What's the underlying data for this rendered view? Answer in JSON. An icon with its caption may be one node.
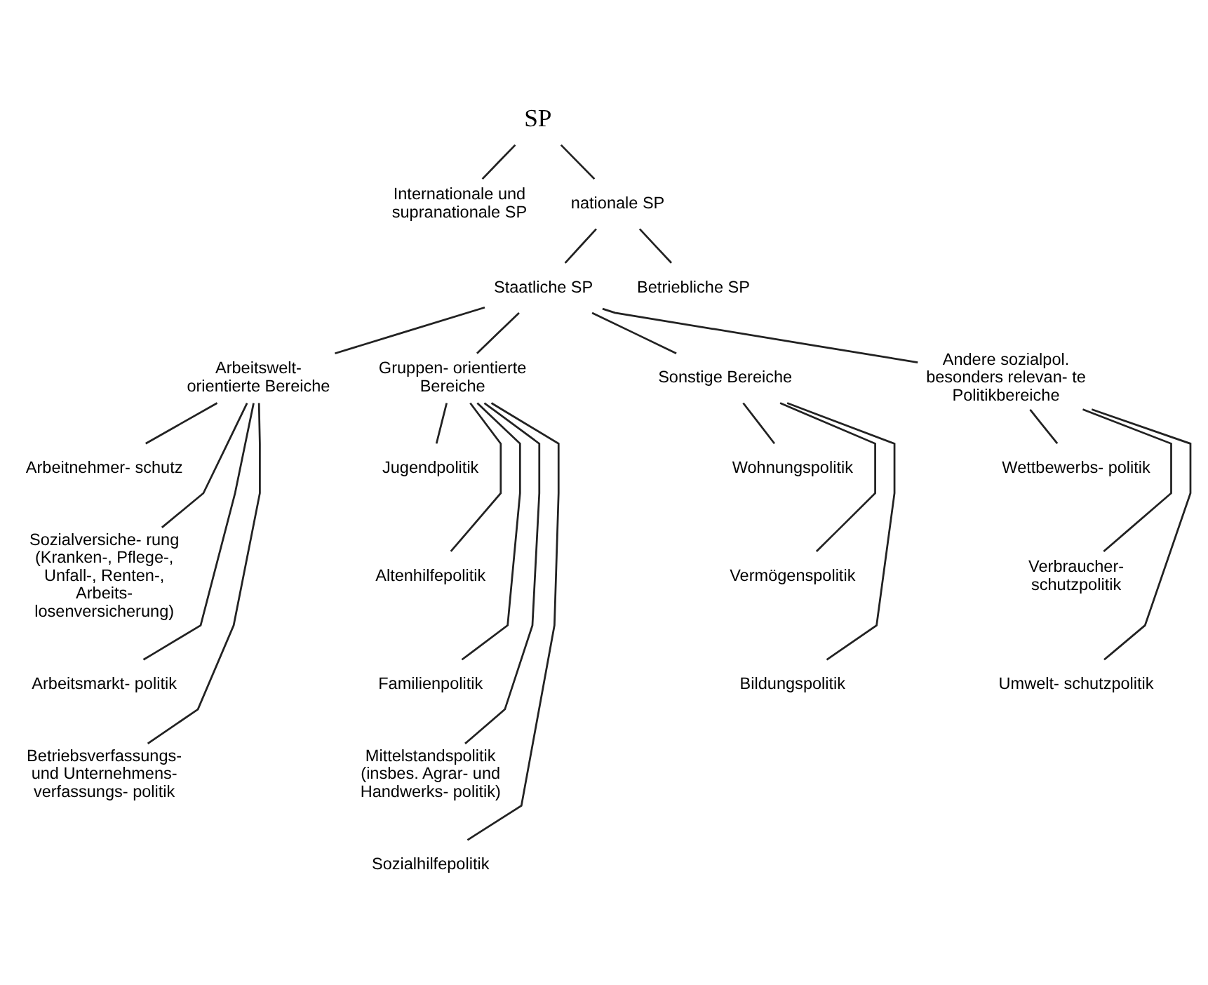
{
  "diagram": {
    "nodes": [
      {
        "text": [
          "SP"
        ]
      },
      {
        "text": [
          "Internationale und supranationale SP"
        ]
      },
      {
        "text": [
          "nationale SP"
        ]
      },
      {
        "text": [
          "Staatliche SP"
        ]
      },
      {
        "text": [
          "Betriebliche SP"
        ]
      },
      {
        "text": [
          "Arbeitswelt- orientierte Bereiche"
        ]
      },
      {
        "text": [
          "Gruppen- orientierte Bereiche"
        ]
      },
      {
        "text": [
          "Sonstige Bereiche"
        ]
      },
      {
        "text": [
          "Andere sozialpol. besonders relevan- te Politikbereiche"
        ]
      },
      {
        "text": [
          "Arbeitnehmer- schutz"
        ]
      },
      {
        "text": [
          "Sozialversiche- rung (Kranken-, Pflege-, Unfall-, Renten-, Arbeits- losenversicherung)"
        ]
      },
      {
        "text": [
          "Arbeitsmarkt- politik"
        ]
      },
      {
        "text": [
          "Betriebsverfassungs- und Unternehmens- verfassungs- politik"
        ]
      },
      {
        "text": [
          "Jugendpolitik"
        ]
      },
      {
        "text": [
          "Altenhilfepolitik"
        ]
      },
      {
        "text": [
          "Familienpolitik"
        ]
      },
      {
        "text": [
          "Mittelstandspolitik (insbes. Agrar- und Handwerks- politik)"
        ]
      },
      {
        "text": [
          "Sozialhilfepolitik"
        ]
      },
      {
        "text": [
          "Wohnungspolitik"
        ]
      },
      {
        "text": [
          "Vermögenspolitik"
        ]
      },
      {
        "text": [
          "Bildungspolitik"
        ]
      },
      {
        "text": [
          "Wettbewerbs- politik"
        ]
      },
      {
        "text": [
          "Verbraucher- schutzpolitik"
        ]
      },
      {
        "text": [
          "Umwelt- schutzpolitik"
        ]
      }
    ],
    "edges": [
      {
        "from": 0,
        "to": 1,
        "arrow": "none"
      },
      {
        "from": 0,
        "to": 2,
        "arrow": "none"
      },
      {
        "from": 2,
        "to": 3,
        "arrow": "none"
      },
      {
        "from": 2,
        "to": 4,
        "arrow": "none"
      },
      {
        "from": 3,
        "to": 5,
        "arrow": "none"
      },
      {
        "from": 3,
        "to": 6,
        "arrow": "none"
      },
      {
        "from": 3,
        "to": 7,
        "arrow": "none"
      },
      {
        "from": 3,
        "to": 8,
        "arrow": "none"
      },
      {
        "from": 5,
        "to": 9,
        "arrow": "none"
      },
      {
        "from": 5,
        "to": 10,
        "arrow": "none"
      },
      {
        "from": 5,
        "to": 11,
        "arrow": "none"
      },
      {
        "from": 5,
        "to": 12,
        "arrow": "none"
      },
      {
        "from": 6,
        "to": 13,
        "arrow": "none"
      },
      {
        "from": 6,
        "to": 14,
        "arrow": "none"
      },
      {
        "from": 6,
        "to": 15,
        "arrow": "none"
      },
      {
        "from": 6,
        "to": 16,
        "arrow": "none"
      },
      {
        "from": 6,
        "to": 17,
        "arrow": "none"
      },
      {
        "from": 7,
        "to": 18,
        "arrow": "none"
      },
      {
        "from": 7,
        "to": 19,
        "arrow": "none"
      },
      {
        "from": 7,
        "to": 20,
        "arrow": "none"
      },
      {
        "from": 8,
        "to": 21,
        "arrow": "none"
      },
      {
        "from": 8,
        "to": 22,
        "arrow": "none"
      },
      {
        "from": 8,
        "to": 23,
        "arrow": "none"
      }
    ]
  }
}
